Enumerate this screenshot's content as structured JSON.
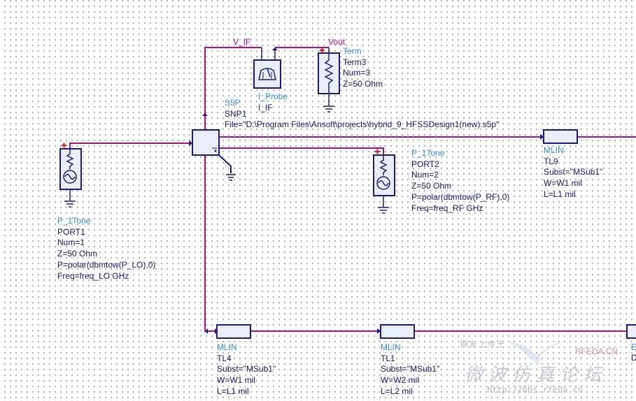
{
  "colors": {
    "wire": "#b01080",
    "component": "#1a1a80",
    "component_fill": "#eaeefa",
    "label": "#1a1a6e",
    "label_type": "#3a8fd6",
    "pin_marker": "#d02020"
  },
  "nets": {
    "v_if": "V_IF",
    "vout": "Vout"
  },
  "probe": {
    "label": "I_Probe",
    "name": "I_IF"
  },
  "term3": {
    "type": "Term",
    "name": "Term3",
    "num": "Num=3",
    "z": "Z=50 Ohm"
  },
  "snp1": {
    "type": "S5P",
    "name": "SNP1",
    "file": "File=\"D:\\Program Files\\Ansoft\\projects\\hybrid_9_HFSSDesign1(new).s5p\""
  },
  "port1": {
    "type": "P_1Tone",
    "name": "PORT1",
    "num": "Num=1",
    "z": "Z=50 Ohm",
    "p": "P=polar(dbmtow(P_LO),0)",
    "freq": "Freq=freq_LO GHz"
  },
  "port2": {
    "type": "P_1Tone",
    "name": "PORT2",
    "num": "Num=2",
    "z": "Z=50 Ohm",
    "p": "P=polar(dbmtow(P_RF),0)",
    "freq": "Freq=freq_RF GHz"
  },
  "tl9": {
    "type": "MLIN",
    "name": "TL9",
    "subst": "Subst=\"MSub1\"",
    "w": "W=W1 mil",
    "l": "L=L1 mil"
  },
  "tl4": {
    "type": "MLIN",
    "name": "TL4",
    "subst": "Subst=\"MSub1\"",
    "w": "W=W1 mil",
    "l": "L=L1 mil"
  },
  "tl1": {
    "type": "MLIN",
    "name": "TL1",
    "subst": "Subst=\"MSub1\"",
    "w": "W=W2 mil",
    "l": "L=L2 mil"
  },
  "edge": {
    "fragment_a": "E",
    "fragment_b": "D"
  },
  "watermark": {
    "top_text": "网友上传于",
    "brand": "RFEDA.CN",
    "chinese": "微波仿真论坛",
    "url": "http://bbs.rfeda.cn"
  },
  "icons": [
    "resistor-icon",
    "sine-source-icon",
    "ground-icon",
    "current-probe-icon",
    "pin-marker-icon"
  ]
}
